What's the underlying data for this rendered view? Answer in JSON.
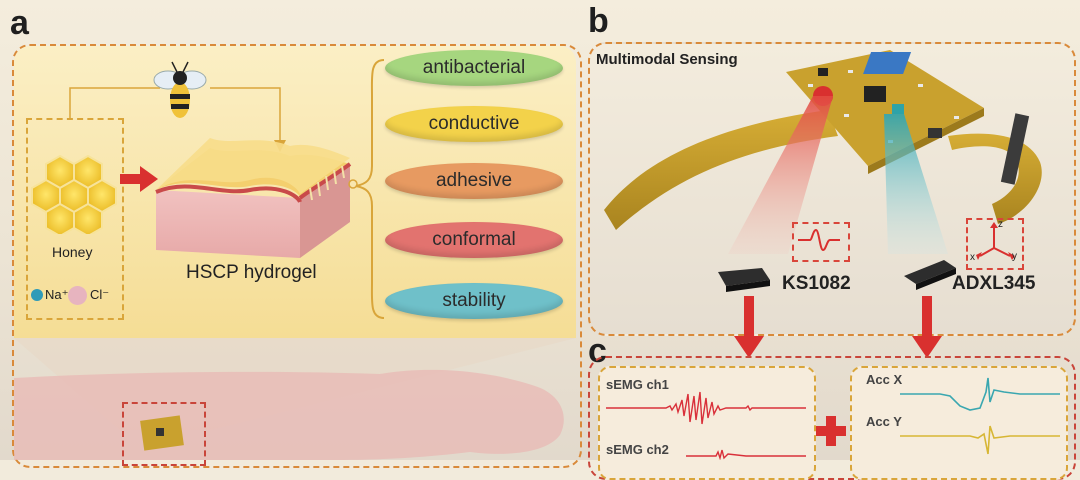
{
  "panels": {
    "a": "a",
    "b": "b",
    "c": "c"
  },
  "panel_a": {
    "honey_label": "Honey",
    "hydrogel_label": "HSCP hydrogel",
    "ion_na": "Na⁺",
    "ion_cl": "Cl⁻",
    "properties": [
      {
        "label": "antibacterial",
        "color": "#9fd27a"
      },
      {
        "label": "conductive",
        "color": "#f3d24a"
      },
      {
        "label": "adhesive",
        "color": "#e79a61"
      },
      {
        "label": "conformal",
        "color": "#e2736f"
      },
      {
        "label": "stability",
        "color": "#6fc0c9"
      }
    ]
  },
  "panel_b": {
    "title": "Multimodal Sensing",
    "sensor_left": "KS1082",
    "sensor_right": "ADXL345",
    "axis_x": "x",
    "axis_y": "y",
    "axis_z": "z"
  },
  "panel_c": {
    "semg_ch1": "sEMG ch1",
    "semg_ch2": "sEMG ch2",
    "acc_x": "Acc X",
    "acc_y": "Acc Y"
  },
  "colors": {
    "frame_orange": "#d98a3a",
    "frame_red": "#c9453a",
    "board_yellow": "#c9a12e",
    "semg_red": "#d9303a",
    "acc_teal": "#3aa7b0",
    "acc_yellow": "#d7b634"
  }
}
